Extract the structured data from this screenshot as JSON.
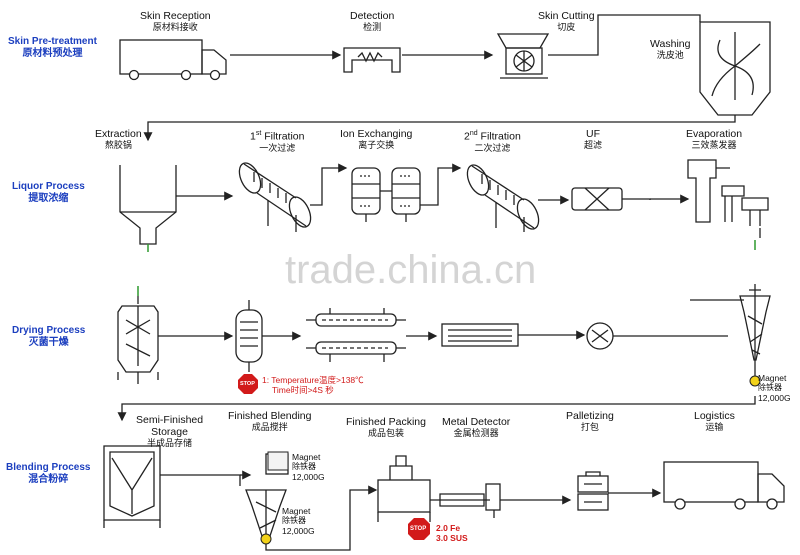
{
  "sections": {
    "skin": {
      "en": "Skin Pre-treatment",
      "zh": "原材料预处理"
    },
    "liquor": {
      "en": "Liquor Process",
      "zh": "提取浓缩"
    },
    "drying": {
      "en": "Drying Process",
      "zh": "灭菌干燥"
    },
    "blending": {
      "en": "Blending Process",
      "zh": "混合粉碎"
    }
  },
  "steps": {
    "reception": {
      "en": "Skin Reception",
      "zh": "原材料接收"
    },
    "detection": {
      "en": "Detection",
      "zh": "检测"
    },
    "cutting": {
      "en": "Skin Cutting",
      "zh": "切皮"
    },
    "washing": {
      "en": "Washing",
      "zh": "洗皮池"
    },
    "extraction": {
      "en": "Extraction",
      "zh": "熬胶锅"
    },
    "filtration1": {
      "num": "1",
      "sup": "st",
      "en": " Filtration",
      "zh": "一次过滤"
    },
    "ion": {
      "en": "Ion Exchanging",
      "zh": "离子交换"
    },
    "filtration2": {
      "num": "2",
      "sup": "nd",
      "en": " Filtration",
      "zh": "二次过滤"
    },
    "uf": {
      "en": "UF",
      "zh": "超滤"
    },
    "evaporation": {
      "en": "Evaporation",
      "zh": "三效蒸发器"
    },
    "semifinished": {
      "en1": "Semi-Finished",
      "en2": "Storage",
      "zh": "半成品存储"
    },
    "blending": {
      "en": "Finished Blending",
      "zh": "成品搅拌"
    },
    "packing": {
      "en": "Finished Packing",
      "zh": "成品包装"
    },
    "metal": {
      "en": "Metal Detector",
      "zh": "金属检测器"
    },
    "pallet": {
      "en": "Palletizing",
      "zh": "打包"
    },
    "logistics": {
      "en": "Logistics",
      "zh": "运输"
    }
  },
  "notes": {
    "sterilize1": "1: Temperature温度>138℃",
    "sterilize2": "Time时间>4S 秒",
    "magnet1": {
      "l1": "Magnet",
      "l2": "除铁器",
      "l3": "12,000G"
    },
    "magnet2": {
      "l1": "Magnet",
      "l2": "除铁器",
      "l3": "12,000G"
    },
    "magnet3": {
      "l1": "Magnet",
      "l2": "除铁器",
      "l3": "12,000G"
    },
    "fe": "2.0 Fe",
    "sus": "3.0 SUS"
  },
  "stop_label": "STOP",
  "watermark": "trade.china.cn",
  "colors": {
    "line": "#222222",
    "section_text": "#1c3fbf",
    "warn": "#d21a1a",
    "stop": "#d21a1a",
    "magnet": "#f2d21a"
  }
}
